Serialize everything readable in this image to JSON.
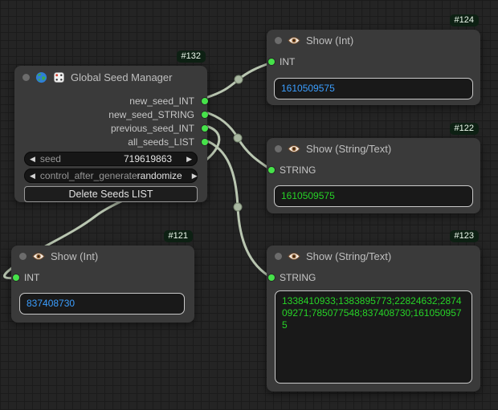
{
  "ui": {
    "arrow_left": "◀",
    "arrow_right": "▶"
  },
  "colors": {
    "wire": "#b9c6b1",
    "link_dot": "#a9b7a1",
    "slot_green": "#46e24a",
    "int_value_text": "#3b9eff",
    "string_value_text": "#27d327",
    "badge_bg": "#0d2013",
    "node_bg": "#3a3a3a"
  },
  "nodes": {
    "gsm": {
      "badge": "#132",
      "title": "Global Seed Manager",
      "icons": [
        "collapse-dot",
        "globe-icon",
        "dice-icon"
      ],
      "outputs": [
        "new_seed_INT",
        "new_seed_STRING",
        "previous_seed_INT",
        "all_seeds_LIST"
      ],
      "widgets": {
        "seed": {
          "label": "seed",
          "value": "719619863"
        },
        "control_after_generate": {
          "label": "control_after_generate",
          "value": "randomize"
        },
        "button_label": "Delete Seeds LIST"
      }
    },
    "show_int_124": {
      "badge": "#124",
      "title": "Show (Int)",
      "icons": [
        "collapse-dot",
        "eye-icon"
      ],
      "input_label": "INT",
      "value": "1610509575"
    },
    "show_string_122": {
      "badge": "#122",
      "title": "Show (String/Text)",
      "icons": [
        "collapse-dot",
        "eye-icon"
      ],
      "input_label": "STRING",
      "value": "1610509575"
    },
    "show_int_121": {
      "badge": "#121",
      "title": "Show (Int)",
      "icons": [
        "collapse-dot",
        "eye-icon"
      ],
      "input_label": "INT",
      "value": "837408730"
    },
    "show_string_123": {
      "badge": "#123",
      "title": "Show (String/Text)",
      "icons": [
        "collapse-dot",
        "eye-icon"
      ],
      "input_label": "STRING",
      "value": "1338410933;1383895773;22824632;287409271;785077548;837408730;1610509575"
    }
  }
}
